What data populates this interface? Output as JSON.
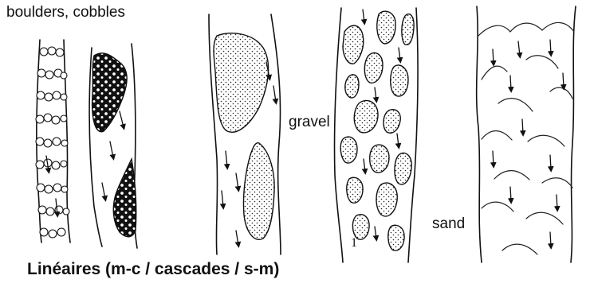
{
  "labels": {
    "boulders": "boulders, cobbles",
    "gravel": "gravel",
    "sand": "sand"
  },
  "caption": "Linéaires  (m-c / cascades / s-m)",
  "panels": [
    "boulders-step-pool",
    "boulders-alternate-bars",
    "gravel-single-bars",
    "gravel-braided-bars",
    "sand-ripples"
  ]
}
